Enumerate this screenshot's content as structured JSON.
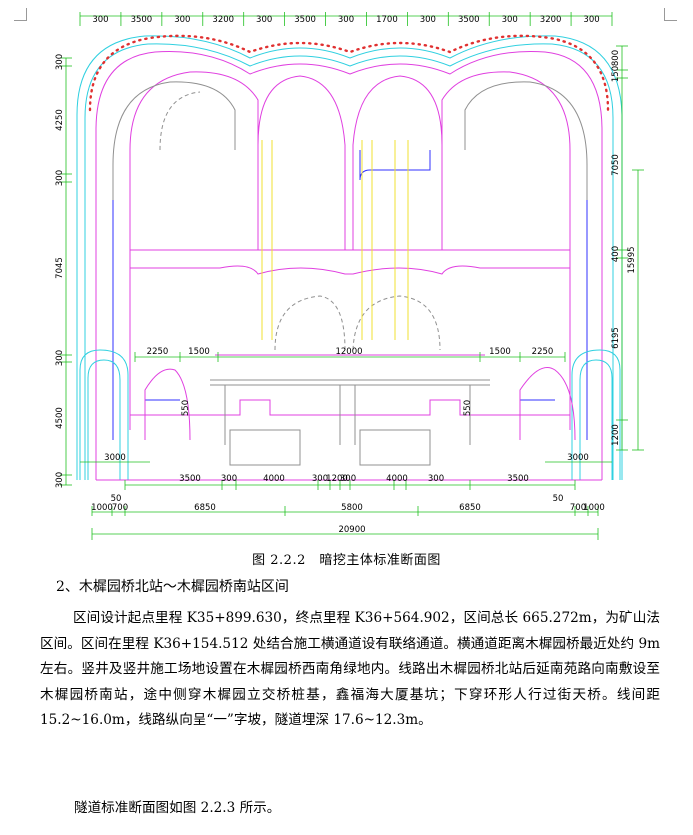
{
  "figure": {
    "dims_top": [
      "300",
      "3500",
      "300",
      "3200",
      "300",
      "3500",
      "300",
      "1700",
      "300",
      "3500",
      "300",
      "3200",
      "300"
    ],
    "dims_left": [
      "300",
      "4250",
      "300",
      "7045",
      "300",
      "4500",
      "300"
    ],
    "dims_right_inner": [
      "800",
      "150",
      "7050",
      "400",
      "6195",
      "1200"
    ],
    "dims_right_total": "15995",
    "dims_interior": [
      "2250",
      "1500",
      "12000",
      "1500",
      "2250"
    ],
    "dims_ledge": [
      "3000",
      "3000"
    ],
    "dims_small": [
      "550",
      "550"
    ],
    "dims_bottom_row1": [
      "3500",
      "300",
      "4000",
      "300",
      "1200",
      "300",
      "4000",
      "300",
      "3500"
    ],
    "dims_bottom_row2a": [
      "50",
      "50"
    ],
    "dims_bottom_row2b": [
      "1000",
      "700",
      "6850",
      "5800",
      "6850",
      "700",
      "1000"
    ],
    "dims_total": "20900"
  },
  "caption": "图 2.2.2　暗挖主体标准断面图",
  "section_heading": "2、木樨园桥北站～木樨园桥南站区间",
  "paragraph1": "区间设计起点里程 K35+899.630，终点里程 K36+564.902，区间总长 665.272m，为矿山法区间。区间在里程 K36+154.512 处结合施工横通道设有联络通道。横通道距离木樨园桥最近处约 9m 左右。竖井及竖井施工场地设置在木樨园桥西南角绿地内。线路出木樨园桥北站后延南苑路向南敷设至木樨园桥南站，途中侧穿木樨园立交桥桩基，鑫福海大厦基坑；下穿环形人行过街天桥。线间距 15.2~16.0m，线路纵向呈“一”字坡，隧道埋深 17.6~12.3m。",
  "paragraph2": "隧道标准断面图如图 2.2.3 所示。",
  "colors": {
    "magenta": "#e040e0",
    "cyan": "#30d0e0",
    "blue": "#3030ff",
    "green": "#20c020",
    "yellow": "#f0e030",
    "grey": "#909090",
    "red": "#e03030"
  }
}
